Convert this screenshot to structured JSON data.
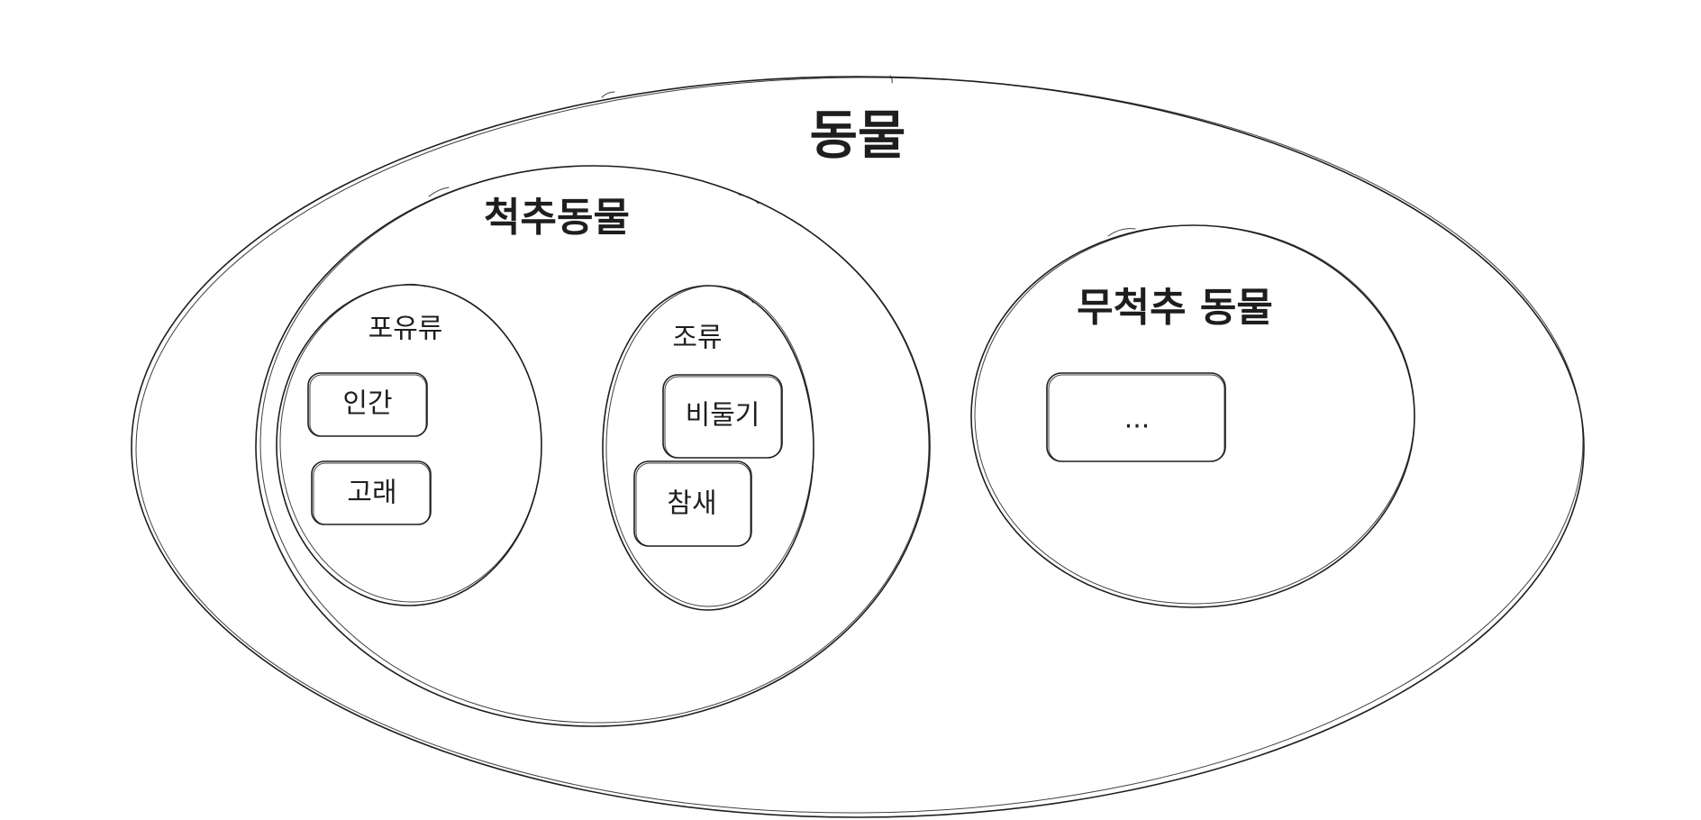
{
  "labels": {
    "animals": "동물",
    "vertebrates": "척추동물",
    "invertebrates": "무척추 동물",
    "mammals": "포유류",
    "birds": "조류",
    "human": "인간",
    "whale": "고래",
    "pigeon": "비둘기",
    "sparrow": "참새",
    "invertebrate_example": "..."
  },
  "colors": {
    "stroke": "#1e1e1e",
    "background": "#ffffff"
  }
}
